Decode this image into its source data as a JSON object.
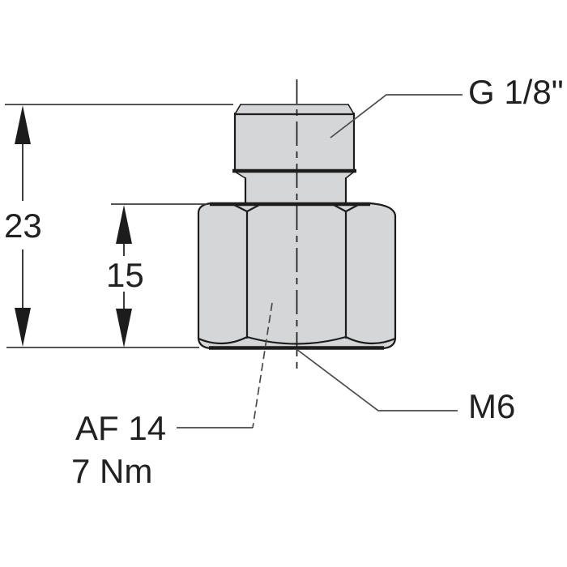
{
  "drawing": {
    "callouts": {
      "top_thread": "G 1/8\"",
      "bottom_thread": "M6",
      "wrench_size": "AF 14",
      "torque": "7 Nm"
    },
    "dimensions": {
      "total_height": "23",
      "hex_height": "15"
    },
    "colors": {
      "background": "#ffffff",
      "part_fill": "#d5d6d7",
      "outline": "#1c1c1c",
      "dimension_line": "#3d3d3d",
      "leader_line": "#4a4a4a",
      "text": "#212121"
    }
  }
}
